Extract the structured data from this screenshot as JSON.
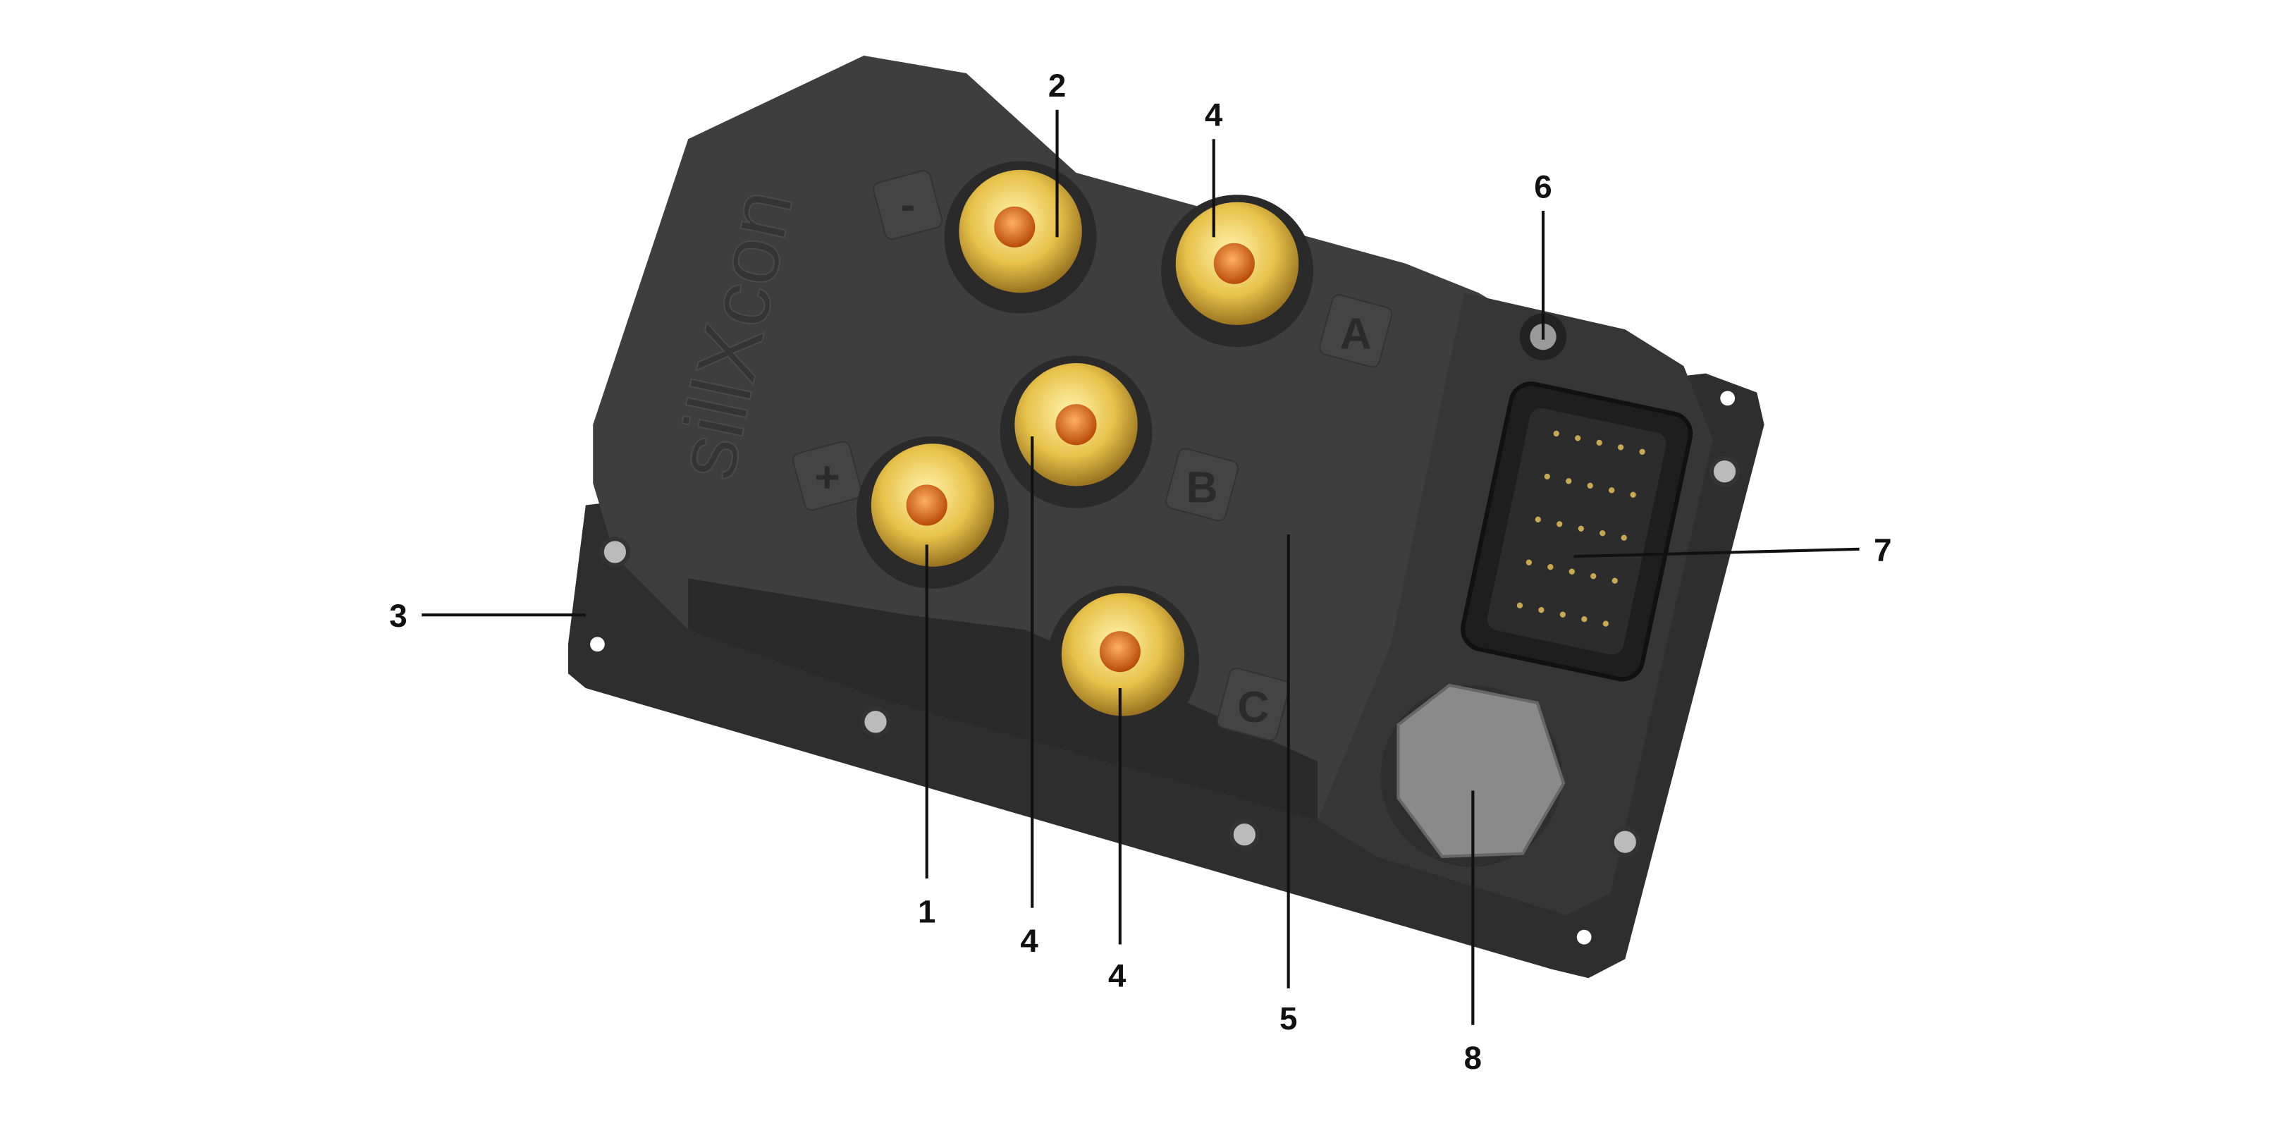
{
  "diagram": {
    "brand_mark": "sillXcon",
    "terminal_labels": {
      "minus": "-",
      "plus": "+",
      "a": "A",
      "b": "B",
      "c": "C"
    },
    "colors": {
      "housing": "#3c3c3c",
      "housing_light": "#4a4a4a",
      "gold": "#e8c24a",
      "copper": "#e0701a",
      "cap": "#8a8a8a"
    },
    "callouts": [
      {
        "id": "1",
        "label": "1"
      },
      {
        "id": "2",
        "label": "2"
      },
      {
        "id": "3",
        "label": "3"
      },
      {
        "id": "4a",
        "label": "4"
      },
      {
        "id": "4b",
        "label": "4"
      },
      {
        "id": "4c",
        "label": "4"
      },
      {
        "id": "5",
        "label": "5"
      },
      {
        "id": "6",
        "label": "6"
      },
      {
        "id": "7",
        "label": "7"
      },
      {
        "id": "8",
        "label": "8"
      }
    ]
  }
}
